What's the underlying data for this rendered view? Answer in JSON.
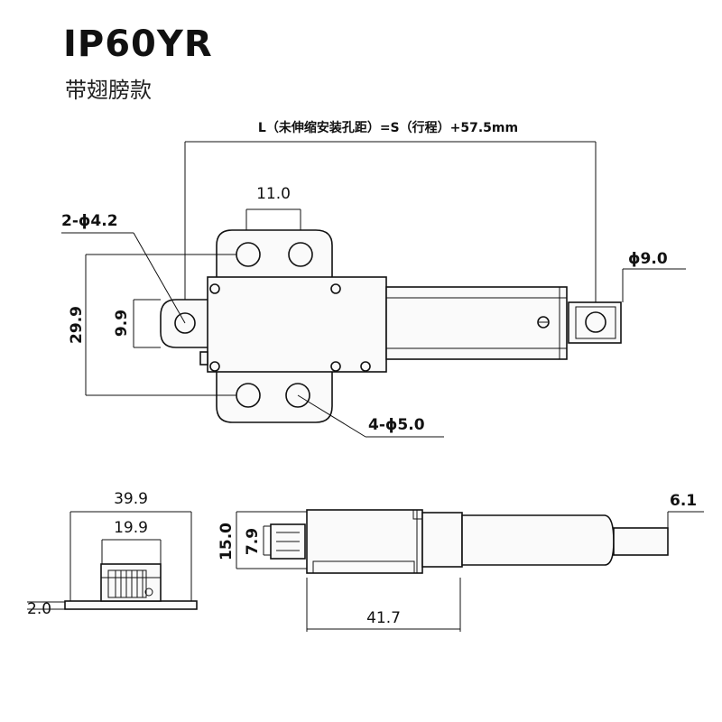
{
  "header": {
    "title": "IP60YR",
    "subtitle": "带翅膀款"
  },
  "dimensions": {
    "length_formula": "L（未伸缩安装孔距）=S（行程）+57.5mm",
    "hole_spacing": "11.0",
    "hole_2": "2-ϕ4.2",
    "height_total": "29.9",
    "height_inner": "9.9",
    "rod_hole": "ϕ9.0",
    "hole_4": "4-ϕ5.0",
    "width_total": "39.9",
    "width_inner": "19.9",
    "thickness": "2.0",
    "height_side": "15.0",
    "height_side_inner": "7.9",
    "body_length": "41.7",
    "rod_diameter": "6.1"
  }
}
